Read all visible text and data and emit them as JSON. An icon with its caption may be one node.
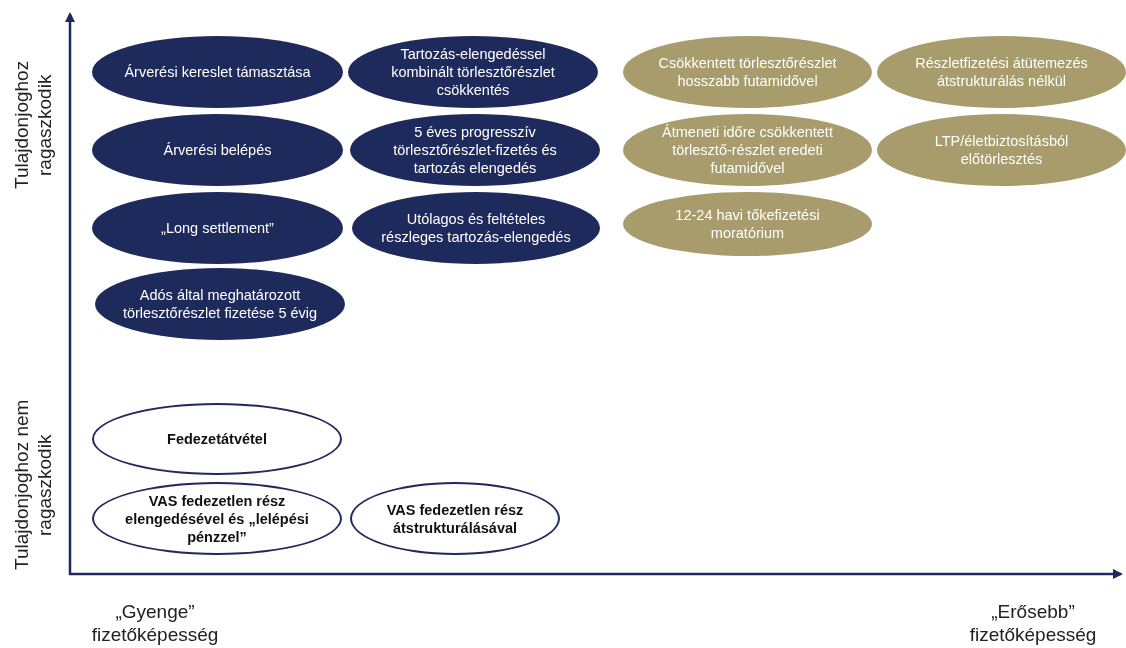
{
  "diagram": {
    "nodes": [
      {
        "text": [
          "Árverési kereslet támasztása"
        ]
      },
      {
        "text": [
          "Tartozás-elengedéssel kombinált törlesztőrészlet csökkentés"
        ]
      },
      {
        "text": [
          "Csökkentett törlesztőrészlet hosszabb futamidővel"
        ]
      },
      {
        "text": [
          "Részletfizetési átütemezés átstrukturálás nélkül"
        ]
      },
      {
        "text": [
          "Árverési belépés"
        ]
      },
      {
        "text": [
          "5 éves progresszív törlesztőrészlet-fizetés és tartozás elengedés"
        ]
      },
      {
        "text": [
          "Átmeneti időre csökkentett törlesztő-részlet eredeti futamidővel"
        ]
      },
      {
        "text": [
          "LTP/életbiztosításból előtörlesztés"
        ]
      },
      {
        "text": [
          "„Long settlement”"
        ]
      },
      {
        "text": [
          "Utólagos és feltételes részleges tartozás-elengedés"
        ]
      },
      {
        "text": [
          "12-24 havi tőkefizetési moratórium"
        ]
      },
      {
        "text": [
          "Adós által meghatározott törlesztőrészlet fizetése 5 évig"
        ]
      },
      {
        "text": [
          "Fedezetátvétel"
        ]
      },
      {
        "text": [
          "VAS fedezetlen rész elengedésével és „lelépési pénzzel”"
        ]
      },
      {
        "text": [
          "VAS fedezetlen rész átstrukturálásával"
        ]
      }
    ],
    "edges": [],
    "labels": [
      "Tulajdonjoghoz ragaszkodik",
      "Tulajdonjoghoz nem ragaszkodik",
      "„Gyenge” fizetőképesség",
      "„Erősebb” fizetőképesség"
    ]
  }
}
